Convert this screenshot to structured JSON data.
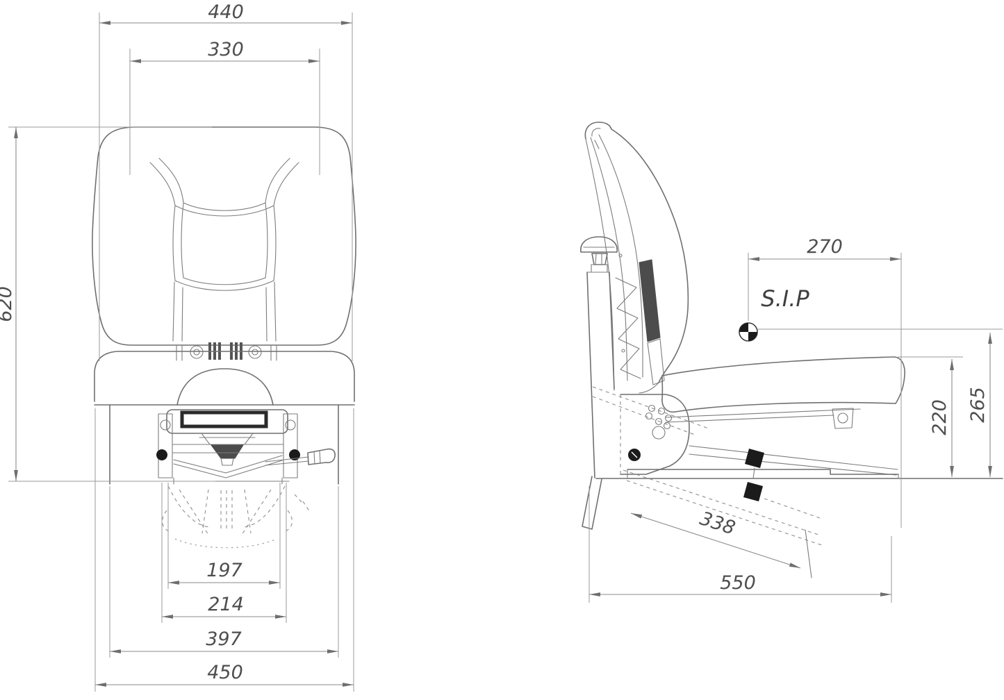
{
  "colors": {
    "background": "#ffffff",
    "drawing_line": "#6f6f6f",
    "dimension_line": "#8a8a8a",
    "dimension_text": "#4e4e4e",
    "solid_black_parts": "#1b1b1b"
  },
  "front_view": {
    "dimensions": {
      "overall_width": "440",
      "backrest_width": "330",
      "overall_height": "620",
      "inner_rail_spacing": "197",
      "outer_rail_spacing": "214",
      "frame_width": "397",
      "base_width": "450"
    }
  },
  "side_view": {
    "sip_label": "S.I.P",
    "dimensions": {
      "sip_setback": "270",
      "cushion_height": "220",
      "sip_height": "265",
      "rail_travel": "338",
      "overall_depth": "550"
    }
  }
}
